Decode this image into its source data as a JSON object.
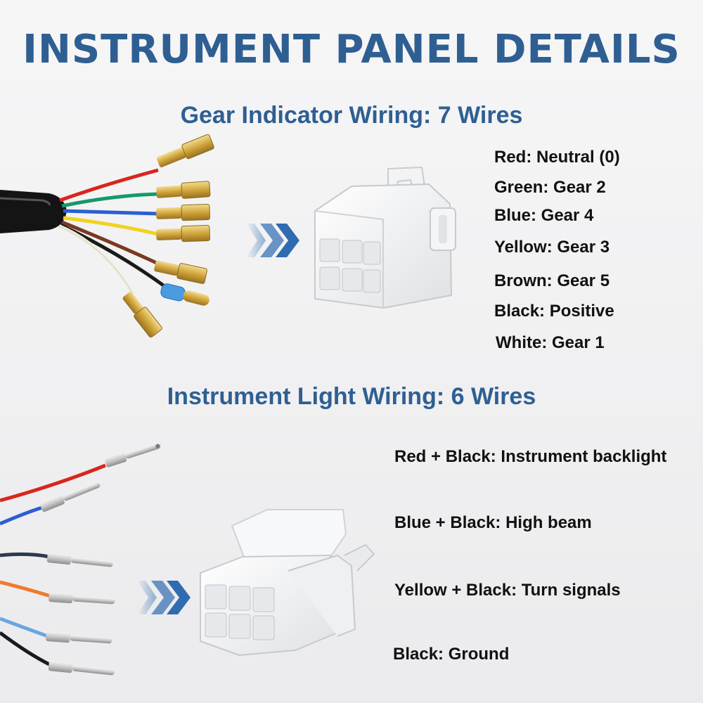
{
  "title": "INSTRUMENT PANEL DETAILS",
  "section1": {
    "heading": "Gear Indicator Wiring: 7 Wires",
    "items": [
      "Red: Neutral (0)",
      "Green: Gear 2",
      "Blue: Gear 4",
      "Yellow: Gear 3",
      "Brown: Gear 5",
      "Black: Positive",
      "White: Gear 1"
    ]
  },
  "section2": {
    "heading": "Instrument Light Wiring: 6 Wires",
    "items": [
      "Red + Black: Instrument backlight",
      "Blue + Black: High beam",
      "Yellow + Black: Turn signals",
      "Black: Ground"
    ]
  },
  "colors": {
    "heading": "#2f5f92",
    "arrow": "#2f6bb0",
    "red": "#d8261e",
    "green": "#149a6a",
    "blue": "#2a5fd0",
    "yellow": "#f2d21c",
    "brown": "#7a3a22",
    "black": "#1a1a1a",
    "white": "#f2f0e4",
    "orange": "#f07a2c",
    "lightblue": "#6aa6e0"
  }
}
